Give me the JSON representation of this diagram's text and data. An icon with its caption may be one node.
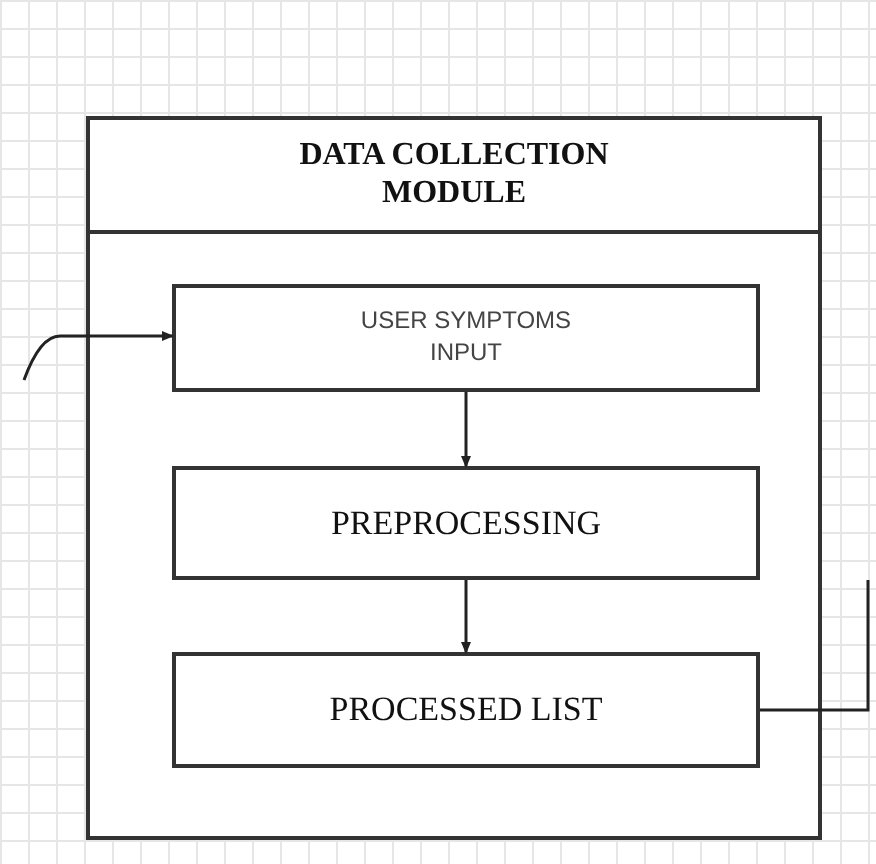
{
  "diagram": {
    "nodes": [
      {
        "text": [
          "DATA COLLECTION MODULE"
        ]
      },
      {
        "text": [
          "USER SYMPTOMS INPUT"
        ],
        "in": 0
      },
      {
        "text": [
          "PREPROCESSING"
        ],
        "in": 0
      },
      {
        "text": [
          "PROCESSED LIST"
        ],
        "in": 0
      }
    ],
    "edges": [
      {
        "from": null,
        "to": 1,
        "arrow": "to"
      },
      {
        "from": 1,
        "to": 2,
        "arrow": "to"
      },
      {
        "from": 2,
        "to": 3,
        "arrow": "to"
      },
      {
        "from": 3,
        "to": null,
        "arrow": "none"
      }
    ]
  }
}
